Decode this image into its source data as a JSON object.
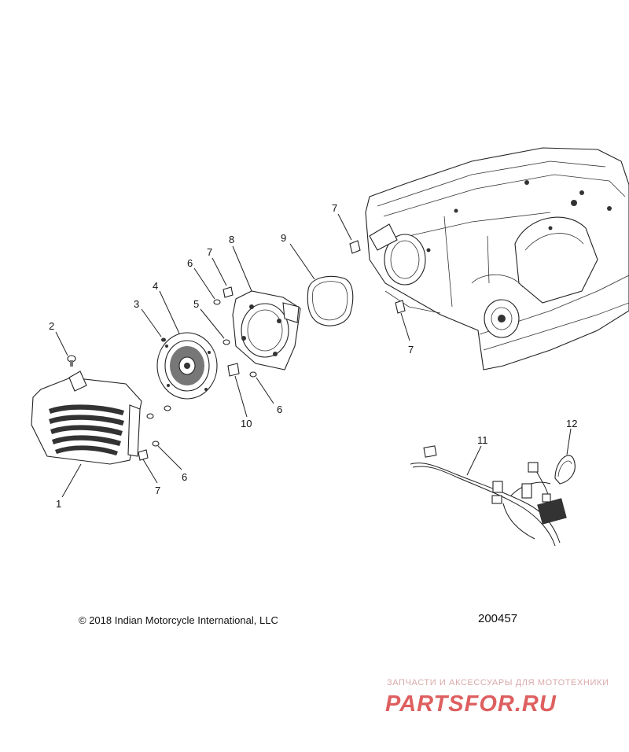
{
  "callouts": [
    {
      "id": "c1",
      "label": "1"
    },
    {
      "id": "c2",
      "label": "2"
    },
    {
      "id": "c3",
      "label": "3"
    },
    {
      "id": "c4",
      "label": "4"
    },
    {
      "id": "c5",
      "label": "5"
    },
    {
      "id": "c6a",
      "label": "6"
    },
    {
      "id": "c6b",
      "label": "6"
    },
    {
      "id": "c6c",
      "label": "6"
    },
    {
      "id": "c7a",
      "label": "7"
    },
    {
      "id": "c7b",
      "label": "7"
    },
    {
      "id": "c7c",
      "label": "7"
    },
    {
      "id": "c7d",
      "label": "7"
    },
    {
      "id": "c8",
      "label": "8"
    },
    {
      "id": "c9",
      "label": "9"
    },
    {
      "id": "c10",
      "label": "10"
    },
    {
      "id": "c11",
      "label": "11"
    },
    {
      "id": "c12",
      "label": "12"
    }
  ],
  "copyright": "© 2018 Indian Motorcycle International, LLC",
  "figure_id": "200457",
  "watermark": {
    "tagline": "ЗАПЧАСТИ И АКСЕССУАРЫ ДЛЯ МОТОТЕХНИКИ",
    "logo_text": "PARTSFOR.RU",
    "color": "#d42a2a"
  }
}
